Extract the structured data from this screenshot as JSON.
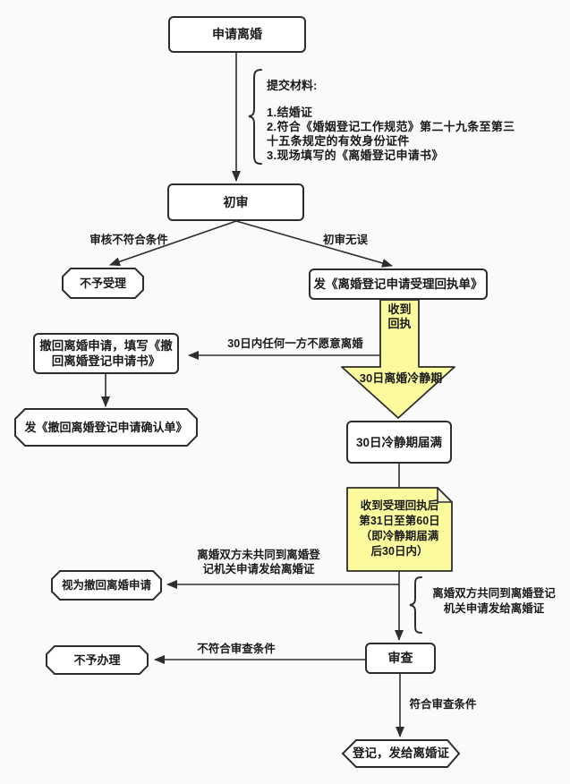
{
  "colors": {
    "background": "#fafafa",
    "node_fill": "#ffffff",
    "node_border": "#2d2d2d",
    "highlight_yellow": "#fbfb9e",
    "text": "#1a1a1a"
  },
  "nodes": {
    "apply": "申请离婚",
    "initial_review": "初审",
    "not_accepted": "不予受理",
    "receipt_issued": "发《离婚登记申请受理回执单》",
    "withdraw_lines": [
      "撤回离婚申请，填写《撤",
      "回离婚登记申请书》"
    ],
    "withdraw_confirm": "发《撤回离婚登记申请确认单》",
    "cooling_expired": "30日冷静期届满",
    "deemed_withdrawn": "视为撤回离婚申请",
    "final_review": "审查",
    "not_processed": "不予办理",
    "registered": "登记，发给离婚证"
  },
  "materials": {
    "title": "提交材料:",
    "lines": [
      "1.结婚证",
      "2.符合《婚姻登记工作规范》第二十九条至第三",
      "十五条规定的有效身份证件",
      "3.现场填写的《离婚登记申请书》"
    ]
  },
  "cooling_arrow": {
    "top_lines": [
      "收到",
      "回执"
    ],
    "label": "30日离婚冷静期"
  },
  "note_lines": [
    "收到受理回执后",
    "第31日至第60日",
    "（即冷静期届满",
    "后30日内）"
  ],
  "edge_labels": {
    "review_fail": "审核不符合条件",
    "review_pass": "初审无误",
    "any_party_unwilling": "30日内任何一方不愿意离婚",
    "not_both_lines": [
      "离婚双方未共同到离婚登",
      "记机关申请发给离婚证"
    ],
    "both_lines": [
      "离婚双方共同到离婚登记",
      "机关申请发给离婚证"
    ],
    "check_fail": "不符合审查条件",
    "check_pass": "符合审查条件"
  }
}
